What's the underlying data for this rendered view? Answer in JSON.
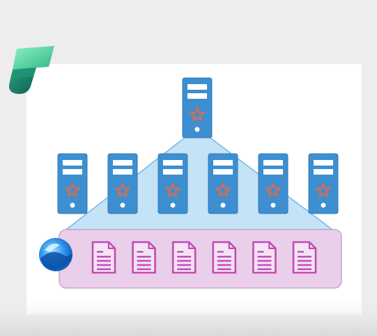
{
  "diagram": {
    "logo_icon": "fabric-logo-icon",
    "engine_icon": "spark-star-icon",
    "storage_icon": "onelake-icon",
    "document_icon": "file-document-icon",
    "driver_count": 1,
    "worker_count": 6,
    "file_count": 6
  },
  "colors": {
    "page_background": "#ededee",
    "panel_background": "#ffffff",
    "server_fill": "#3d8fd0",
    "server_border": "#2f78b6",
    "server_slot": "#ffffff",
    "spark_star": "#e06a4a",
    "fan_fill": "#bfe0f5",
    "fan_stroke": "#6fb4e6",
    "storage_fill": "#e7cbe7",
    "storage_stroke": "#c9a3cc",
    "document_stroke": "#c14bb7",
    "logo_green_light": "#74e0a8",
    "logo_green_dark": "#0f6b5c",
    "onelake_blue": "#1f73d8"
  }
}
